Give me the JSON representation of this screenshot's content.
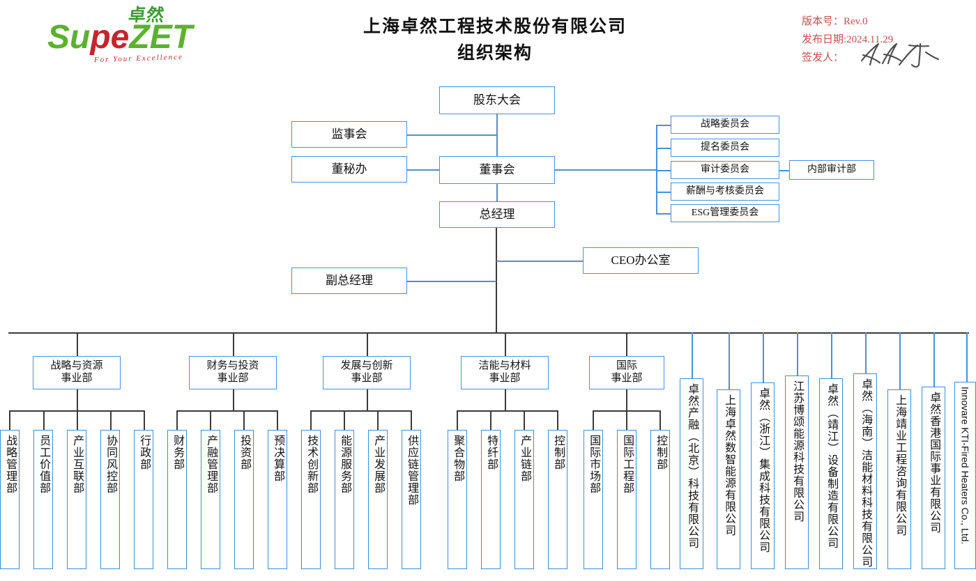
{
  "header": {
    "logo": {
      "cn": "卓然",
      "part1": "S",
      "part2": "u",
      "part3": "p",
      "part4": "e",
      "part5": "ZET",
      "tagline": "For Your Excellence"
    },
    "title_line1": "上海卓然工程技术股份有限公司",
    "title_line2": "组织架构",
    "meta": {
      "version_label": "版本号：Rev.0",
      "date_label": "发布日期:2024.11.29",
      "issuer_label": "签发人："
    },
    "colors": {
      "meta_red": "#c0504d",
      "box_blue": "#4a90d9",
      "logo_green": "#5cb130",
      "logo_red": "#c1272d"
    }
  },
  "chart": {
    "top": {
      "shareholders": "股东大会",
      "supervisory_board": "监事会",
      "board_secretary_office": "董秘办",
      "board_of_directors": "董事会",
      "general_manager": "总经理",
      "deputy_general_manager": "副总经理",
      "ceo_office": "CEO办公室"
    },
    "committees": [
      "战略委员会",
      "提名委员会",
      "审计委员会",
      "薪酬与考核委员会",
      "ESG管理委员会"
    ],
    "internal_audit": "内部审计部",
    "divisions": [
      {
        "line1": "战略与资源",
        "line2": "事业部",
        "departments": [
          "战略管理部",
          "员工价值部",
          "产业互联部",
          "协同风控部",
          "行政部"
        ]
      },
      {
        "line1": "财务与投资",
        "line2": "事业部",
        "departments": [
          "财务部",
          "产融管理部",
          "投资部",
          "预决算部"
        ]
      },
      {
        "line1": "发展与创新",
        "line2": "事业部",
        "departments": [
          "技术创新部",
          "能源服务部",
          "产业发展部",
          "供应链管理部"
        ]
      },
      {
        "line1": "洁能与材料",
        "line2": "事业部",
        "departments": [
          "聚合物部",
          "特纤部",
          "产业链部",
          "控制部"
        ]
      },
      {
        "line1": "国际",
        "line2": "事业部",
        "departments": [
          "国际市场部",
          "国际工程部",
          "控制部"
        ]
      }
    ],
    "subsidiaries": [
      "卓然产融（北京）科技有限公司",
      "上海卓然数智能源有限公司",
      "卓然（浙江）集成科技有限公司",
      "江苏博颂能源科技有限公司",
      "卓然（靖江）设备制造有限公司",
      "卓然（海南）洁能材料科技有限公司",
      "上海靖业工程咨询有限公司",
      "卓然香港国际事业有限公司",
      "Innovare KTI-Fired Heaters Co., Ltd."
    ]
  }
}
